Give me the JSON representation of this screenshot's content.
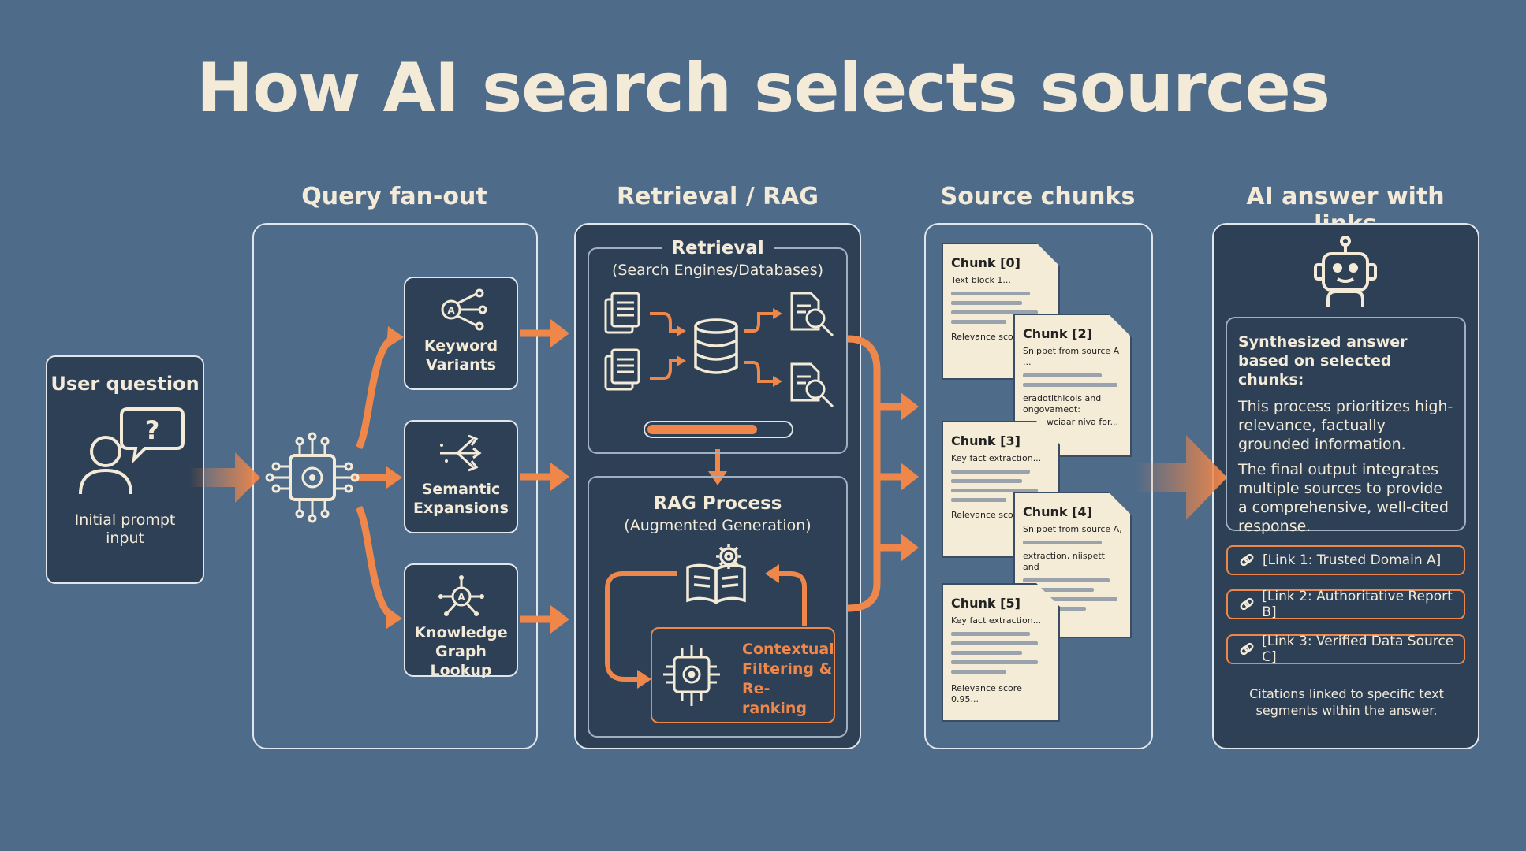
{
  "title": "How AI search selects sources",
  "columns": {
    "fanout": "Query fan-out",
    "retrieval": "Retrieval / RAG",
    "chunks": "Source chunks",
    "answer": "AI answer with links"
  },
  "user": {
    "title": "User question",
    "caption": "Initial prompt input",
    "icon": "user-question-icon"
  },
  "fanout_items": [
    {
      "label_1": "Keyword",
      "label_2": "Variants",
      "icon": "keyword-network-icon"
    },
    {
      "label_1": "Semantic",
      "label_2": "Expansions",
      "icon": "semantic-branch-icon"
    },
    {
      "label_1": "Knowledge",
      "label_2": "Graph Lookup",
      "icon": "knowledge-graph-icon"
    }
  ],
  "retrieval": {
    "title": "Retrieval",
    "subtitle": "(Search Engines/Databases)",
    "progress": 0.78
  },
  "rag": {
    "title": "RAG Process",
    "subtitle": "(Augmented Generation)",
    "filter_1": "Contextual",
    "filter_2": "Filtering &",
    "filter_3": "Re-ranking"
  },
  "chunks": [
    {
      "title": "Chunk [0]",
      "snippet": "Text block 1...",
      "footer": "Relevance sco"
    },
    {
      "title": "Chunk [2]",
      "snippet": "Snippet from source A ...",
      "mid_1": "eradotithicols and",
      "mid_2": "ongovameot:",
      "footer": "wciaar niva for..."
    },
    {
      "title": "Chunk [3]",
      "snippet": "Key fact extraction...",
      "footer": "Relevance sco"
    },
    {
      "title": "Chunk [4]",
      "snippet": "Snippet from source A,",
      "mid_1": "extraction, niispett and"
    },
    {
      "title": "Chunk [5]",
      "snippet": "Key fact extraction...",
      "footer": "Relevance score 0.95..."
    }
  ],
  "answer": {
    "heading": "Synthesized answer based on selected chunks:",
    "para_1": "This process prioritizes high-relevance, factually grounded information.",
    "para_2": "The final output integrates multiple sources to provide a comprehensive, well-cited response.",
    "links": [
      "[Link 1: Trusted Domain A]",
      "[Link 2: Authoritative Report B]",
      "[Link 3: Verified Data Source C]"
    ],
    "footer": "Citations linked to specific text segments within the answer."
  },
  "colors": {
    "background": "#4e6b8a",
    "panel": "#2e4055",
    "accent": "#f0874a",
    "text": "#f3ead8"
  }
}
